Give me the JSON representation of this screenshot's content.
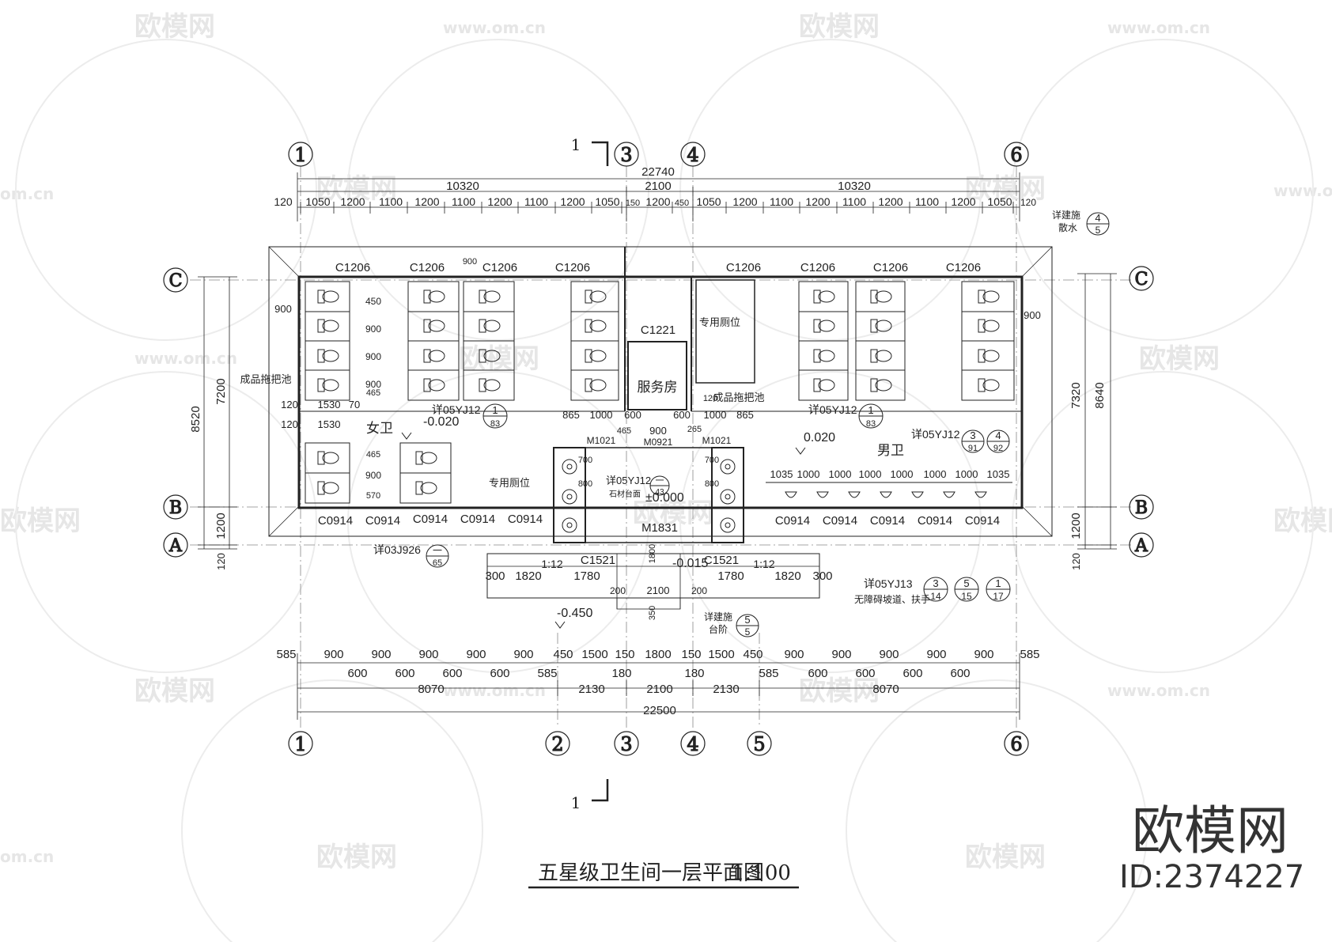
{
  "drawing": {
    "title": "五星级卫生间一层平面图",
    "scale": "1:100"
  },
  "brand": {
    "name": "欧模网",
    "id": "ID:2374227",
    "watermark_logo": "欧模网",
    "watermark_url": "www.om.cn",
    "watermark_short": "om.cn"
  },
  "axes": {
    "top": [
      "1",
      "3",
      "4",
      "6"
    ],
    "bottom": [
      "1",
      "2",
      "3",
      "4",
      "5",
      "6"
    ],
    "left": [
      "C",
      "B",
      "A"
    ],
    "right": [
      "C",
      "B",
      "A"
    ]
  },
  "section_mark": "1",
  "dims_top": {
    "overall": "22740",
    "left_span": "10320",
    "mid_span": "2100",
    "right_span": "10320",
    "left_chain": [
      "120",
      "1050",
      "1200",
      "1100",
      "1200",
      "1100",
      "1200",
      "1100",
      "1200",
      "1050",
      "150"
    ],
    "mid_chain": [
      "1200",
      "450"
    ],
    "right_chain": [
      "1050",
      "1200",
      "1100",
      "1200",
      "1100",
      "1200",
      "1100",
      "1200",
      "1050",
      "120"
    ]
  },
  "dims_bottom": {
    "row1": [
      "585",
      "900",
      "900",
      "900",
      "900",
      "900",
      "450",
      "1500",
      "150",
      "1800",
      "150",
      "1500",
      "450",
      "900",
      "900",
      "900",
      "900",
      "900",
      "585"
    ],
    "row2": [
      "600",
      "600",
      "600",
      "600",
      "585",
      "180",
      "180",
      "585",
      "600",
      "600",
      "600",
      "600"
    ],
    "row3": [
      "8070",
      "2130",
      "2100",
      "2130",
      "8070"
    ],
    "overall": "22500"
  },
  "dims_left": {
    "outer": "8520",
    "inner": "7200",
    "lower": "1200",
    "edge": "120"
  },
  "dims_right": {
    "outer": "8640",
    "inner": "7320",
    "lower": "1200",
    "edge": "120"
  },
  "rooms": {
    "women": "女卫",
    "men": "男卫",
    "service": "服务房",
    "private_left": "专用厕位",
    "private_right": "专用厕位",
    "mop_left": "成品拖把池",
    "mop_right": "成品拖把池"
  },
  "levels": {
    "women": "-0.020",
    "men": "0.020",
    "center": "±0.000",
    "ramp": "-0.015",
    "outside": "-0.450"
  },
  "windows": {
    "top_left": [
      "C1206",
      "C1206",
      "C1206",
      "C1206"
    ],
    "top_right": [
      "C1206",
      "C1206",
      "C1206",
      "C1206"
    ],
    "service": "C1221",
    "bottom_left": [
      "C0914",
      "C0914",
      "C0914",
      "C0914",
      "C0914"
    ],
    "bottom_right": [
      "C0914",
      "C0914",
      "C0914",
      "C0914",
      "C0914"
    ],
    "entrance_left": "C1521",
    "entrance_right": "C1521"
  },
  "doors": {
    "left": "M1021",
    "center": "M0921",
    "right": "M1021",
    "main": "M1831"
  },
  "notes": {
    "yj12_left": "详05YJ12",
    "yj12_left_num": "1",
    "yj12_left_den": "83",
    "yj12_right": "详05YJ12",
    "yj12_right_num": "1",
    "yj12_right_den": "83",
    "yj12_men": "详05YJ12",
    "yj12_men_a": "3",
    "yj12_men_a_den": "91",
    "yj12_men_b": "4",
    "yj12_men_b_den": "92",
    "yj12_center": "详05YJ12",
    "yj12_center_num": "一",
    "yj12_center_den": "43",
    "stone_counter": "石材台面",
    "j926": "详03J926",
    "j926_num": "一",
    "j926_den": "65",
    "yj13": "详05YJ13",
    "yj13_a": "3",
    "yj13_a_den": "14",
    "yj13_b": "5",
    "yj13_b_den": "15",
    "yj13_c": "1",
    "yj13_c_den": "17",
    "accessible": "无障碍坡道、扶手",
    "construct_steps": "详建施",
    "construct_steps_sub": "台阶",
    "construct_steps_num": "5",
    "construct_steps_den": "5",
    "construct_gutter": "详建施",
    "construct_gutter_sub": "散水",
    "construct_gutter_num": "4",
    "construct_gutter_den": "5",
    "slope_left": "1:12",
    "slope_right": "1:12"
  },
  "dims_misc": {
    "d900": "900",
    "d120": "120",
    "d1530": "1530",
    "d70": "70",
    "d450": "450",
    "d465": "465",
    "d570": "570",
    "d865": "865",
    "d1000": "1000",
    "d600": "600",
    "d265": "265",
    "d700": "700",
    "d800": "800",
    "d1035": "1035",
    "d300": "300",
    "d1820": "1820",
    "d1780": "1780",
    "d200": "200",
    "d2100": "2100",
    "d1800": "1800",
    "d350": "350"
  }
}
